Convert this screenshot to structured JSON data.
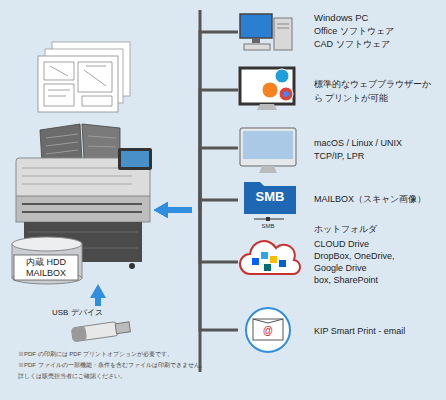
{
  "diagram": {
    "nodes": [
      {
        "text": [
          "内蔵 HDD MAILBOX"
        ]
      },
      {
        "text": [
          "USB デバイス"
        ]
      },
      {
        "text": [
          "Windows PC",
          "Office ソフトウェア",
          "CAD ソフトウェア"
        ]
      },
      {
        "text": [
          "標準的なウェブブラウザーから プリントが可能"
        ]
      },
      {
        "text": [
          "macOS / Linux / UNIX",
          "TCP/IP, LPR"
        ]
      },
      {
        "text": [
          "MAILBOX（スキャン画像）",
          "ホットフォルダ"
        ]
      },
      {
        "text": [
          "CLOUD Drive",
          "DropBox, OneDrive,",
          "Google Drive",
          "box, SharePoint"
        ]
      },
      {
        "text": [
          "KIP Smart Print - email"
        ]
      }
    ],
    "edges": [
      {
        "from": 1,
        "to": 0,
        "arrow": "to"
      },
      {
        "from": 2,
        "to": 0,
        "arrow": "to"
      },
      {
        "from": 3,
        "to": 0,
        "arrow": "to"
      },
      {
        "from": 4,
        "to": 0,
        "arrow": "to"
      },
      {
        "from": 5,
        "to": 0,
        "arrow": "to"
      },
      {
        "from": 6,
        "to": 0,
        "arrow": "to"
      },
      {
        "from": 7,
        "to": 0,
        "arrow": "to"
      }
    ],
    "labels": [
      "SMB",
      "SMB",
      "@",
      "※PDF の印刷には PDF プリントオプションが必要です。",
      "※PDF ファイルの一部機能・条件を含むファイルは印刷できません。",
      "詳しくは販売担当者にご確認ください。"
    ]
  }
}
